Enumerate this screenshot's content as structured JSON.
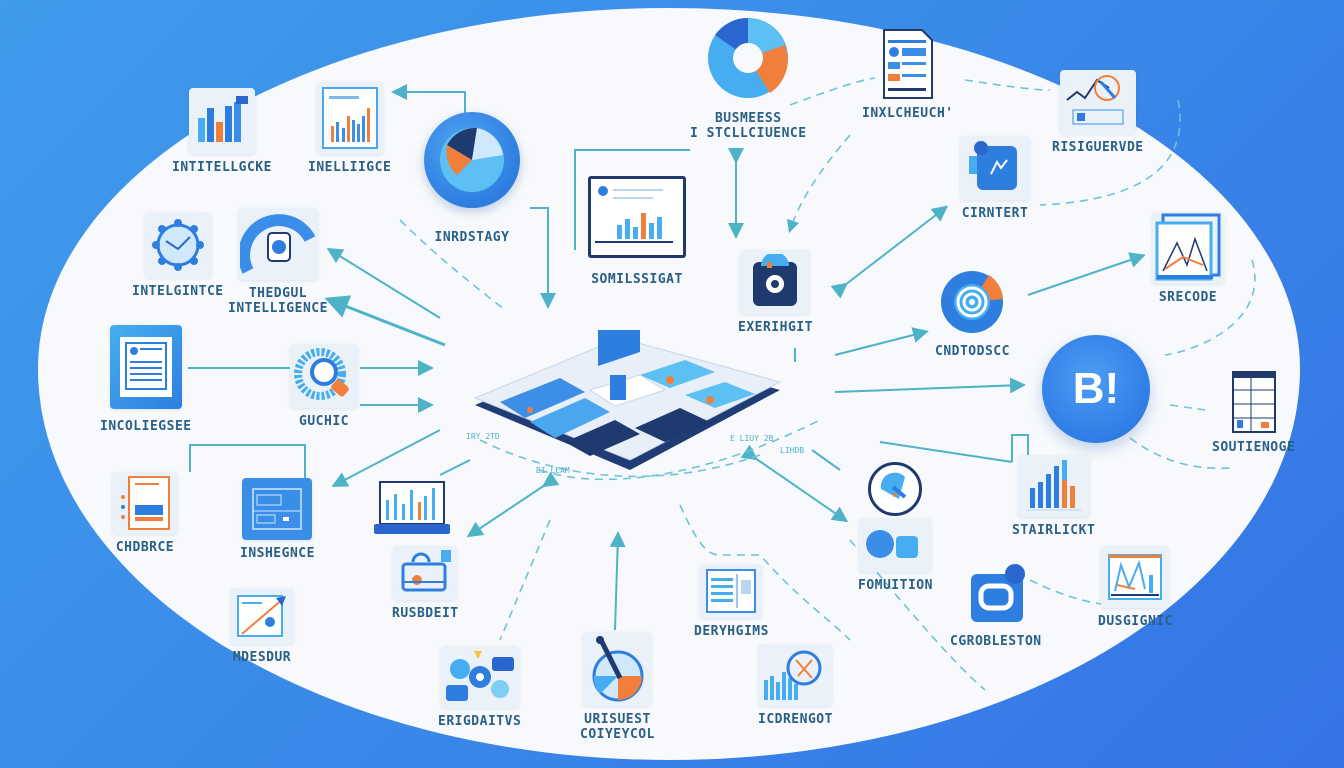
{
  "diagram": {
    "title": "Business Intelligence network infographic",
    "colors": {
      "background_blue": "#3a8be8",
      "canvas": "#f7f9fc",
      "connector": "#4fb3c8",
      "label_text": "#2a5f86",
      "accent_orange": "#f07f3c",
      "accent_navy": "#1e3a6e"
    },
    "hub": {
      "label": "BI platform dashboard",
      "icon": "isometric-dashboard-icon"
    },
    "badge": {
      "text": "B!"
    },
    "nodes": [
      {
        "id": "n1",
        "label": "INTITELLGCKE",
        "icon": "bar-chart-icon"
      },
      {
        "id": "n2",
        "label": "INELLIIGCE",
        "icon": "report-chart-icon"
      },
      {
        "id": "n3",
        "label": "INRDSTAGY",
        "icon": "pie-gauge-icon"
      },
      {
        "id": "n4",
        "label_line1": "BUSMEESS",
        "label_line2": "I STCLLCIUENCE",
        "icon": "donut-chart-icon"
      },
      {
        "id": "n5",
        "label": "INXLCHEUCH'",
        "icon": "document-icon"
      },
      {
        "id": "n6",
        "label": "RISIGUERVDE",
        "icon": "line-analytics-icon"
      },
      {
        "id": "n7",
        "label": "INTELGINTCE",
        "icon": "network-gear-icon"
      },
      {
        "id": "n8",
        "label_line1": "THEDGUL",
        "label_line2": "INTELLIGENCE",
        "icon": "gauge-device-icon"
      },
      {
        "id": "n9",
        "label": "SOMILSSIGAT",
        "icon": "monitor-chart-icon"
      },
      {
        "id": "n10",
        "label": "EXERIHGIT",
        "icon": "camera-module-icon"
      },
      {
        "id": "n11",
        "label": "CIRNTERT",
        "icon": "puzzle-app-icon"
      },
      {
        "id": "n12",
        "label": "SRECODE",
        "icon": "mountain-chart-icon"
      },
      {
        "id": "n13",
        "label": "CNDTODSCC",
        "icon": "target-icon"
      },
      {
        "id": "n14",
        "label": "INCOLIEGSEE",
        "icon": "document-frame-icon"
      },
      {
        "id": "n15",
        "label": "GUCHIC",
        "icon": "magnifier-ring-icon"
      },
      {
        "id": "n16",
        "label": "SOUTIENOGE",
        "icon": "spreadsheet-icon"
      },
      {
        "id": "n17",
        "label": "CHDBRCE",
        "icon": "checklist-report-icon"
      },
      {
        "id": "n18",
        "label": "INSHEGNCE",
        "icon": "dashboard-screen-icon"
      },
      {
        "id": "n19",
        "label": "RUSBDEIT",
        "icon": "briefcase-icon"
      },
      {
        "id": "n20",
        "label": "FOMUITION",
        "icon": "globe-cloud-icon"
      },
      {
        "id": "n21",
        "label": "STAIRLICKT",
        "icon": "stacked-bar-icon"
      },
      {
        "id": "n22",
        "label": "MDESDUR",
        "icon": "trend-arrow-icon"
      },
      {
        "id": "n23",
        "label": "DERYHGIMS",
        "icon": "table-doc-icon"
      },
      {
        "id": "n24",
        "label": "CGROBLESTON",
        "icon": "chat-bubble-icon"
      },
      {
        "id": "n25",
        "label": "DUSGIGNIC",
        "icon": "line-bar-chart-icon"
      },
      {
        "id": "n26",
        "label": "ERIGDAITVS",
        "icon": "gears-cluster-icon"
      },
      {
        "id": "n27",
        "label_line1": "URISUEST",
        "label_line2": "COIYEYCOL",
        "icon": "compass-pie-icon"
      },
      {
        "id": "n28",
        "label": "ICDRENGOT",
        "icon": "analytics-magnifier-icon"
      },
      {
        "id": "n29",
        "label": "",
        "icon": "laptop-chart-icon"
      }
    ],
    "small_annotations": [
      "IRY 2TD",
      "BI LEAM",
      "E LIUY 2B",
      "LIHDB"
    ]
  }
}
